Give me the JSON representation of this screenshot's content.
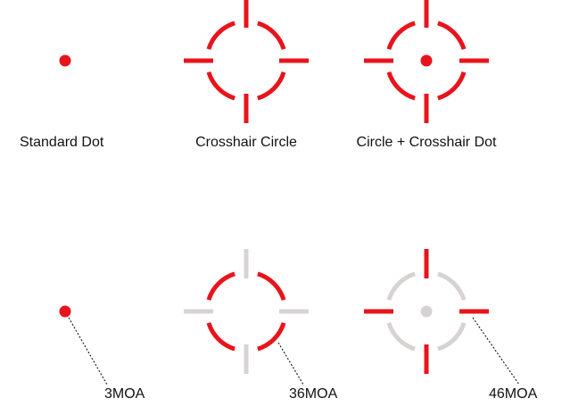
{
  "colors": {
    "active": "#e8141c",
    "inactive": "#d8d3d3",
    "leader": "#222222",
    "text": "#111111"
  },
  "reticles": {
    "top": [
      {
        "name": "standard-dot",
        "label": "Standard Dot",
        "dot": "active"
      },
      {
        "name": "crosshair-circle",
        "label": "Crosshair Circle",
        "circle": "active",
        "ticks": "active"
      },
      {
        "name": "circle-crosshair-dot",
        "label": "Circle + Crosshair Dot",
        "circle": "active",
        "ticks": "active",
        "dot": "active"
      }
    ],
    "bottom": [
      {
        "name": "dot-3moa",
        "callout": "3MOA",
        "dot": "active"
      },
      {
        "name": "circle-36moa",
        "callout": "36MOA",
        "circle": "active",
        "ticks": "inactive"
      },
      {
        "name": "ticks-46moa",
        "callout": "46MOA",
        "circle": "inactive",
        "ticks": "active",
        "dot": "inactive"
      }
    ]
  }
}
